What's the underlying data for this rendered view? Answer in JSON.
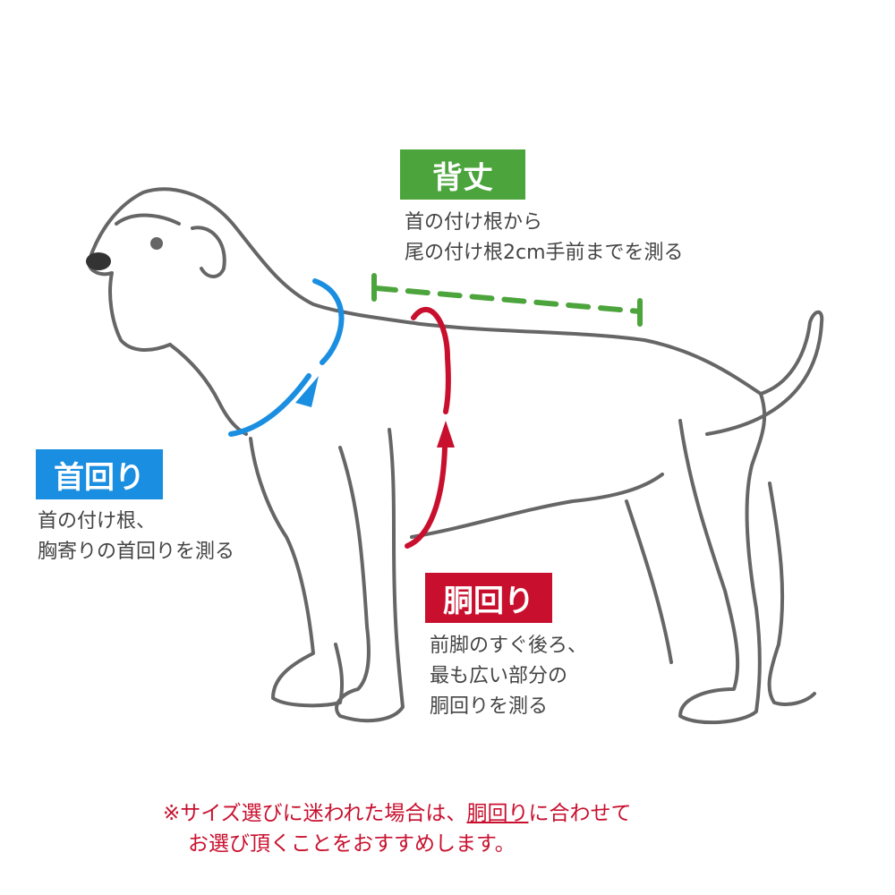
{
  "colors": {
    "back": "#4ca43c",
    "neck": "#1a8ee0",
    "chest": "#c8102e",
    "text": "#444444",
    "outline": "#666666"
  },
  "back_length": {
    "label": "背丈",
    "line1": "首の付け根から",
    "line2": "尾の付け根2cm手前までを測る"
  },
  "neck": {
    "label": "首回り",
    "line1": "首の付け根、",
    "line2": "胸寄りの首回りを測る"
  },
  "chest": {
    "label": "胴回り",
    "line1": "前脚のすぐ後ろ、",
    "line2": "最も広い部分の",
    "line3": "胴回りを測る"
  },
  "note": {
    "part1": "※サイズ選びに迷われた場合は、",
    "underline": "胴回り",
    "part2": "に合わせて",
    "line2": "お選び頂くことをおすすめします。"
  }
}
